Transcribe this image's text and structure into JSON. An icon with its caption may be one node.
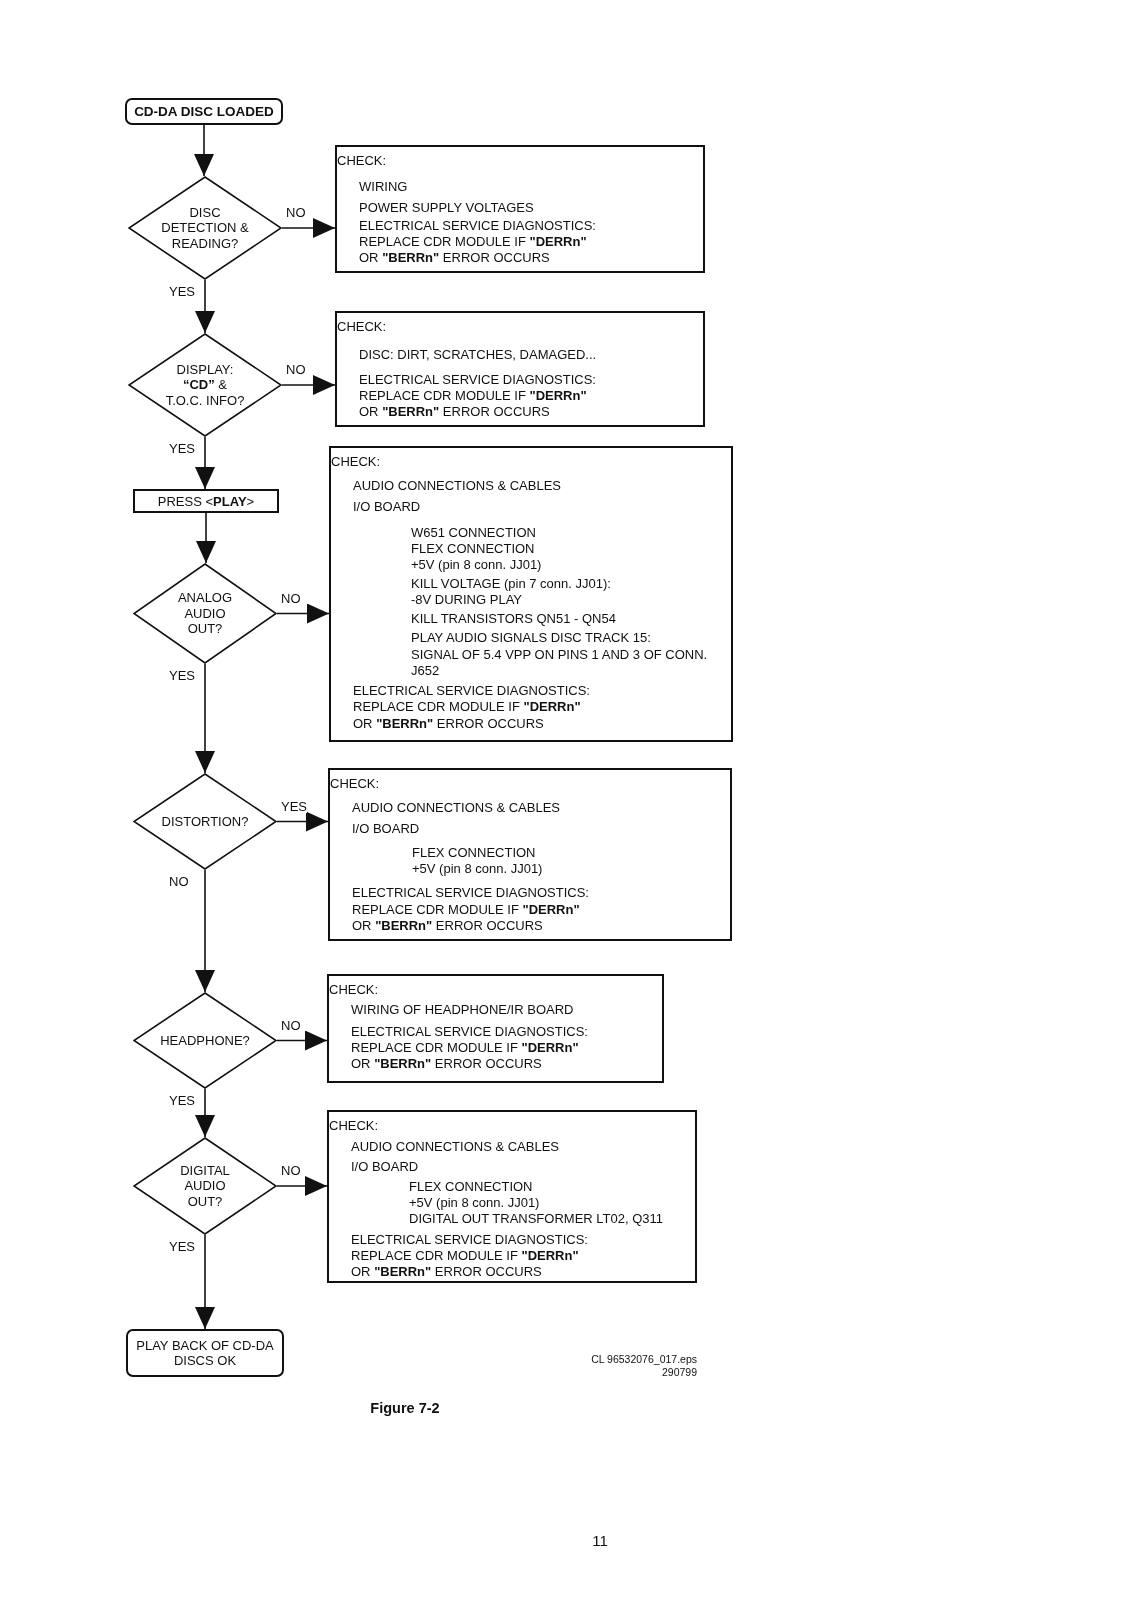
{
  "diagram": {
    "caption": "Figure 7-2",
    "nodes": [
      {
        "text": [
          "CD-DA DISC LOADED"
        ]
      },
      {
        "text": [
          "DISC DETECTION & READING?"
        ]
      },
      {
        "text": [
          "CHECK:",
          "WIRING",
          "POWER SUPPLY VOLTAGES",
          "ELECTRICAL SERVICE DIAGNOSTICS:",
          "REPLACE CDR MODULE IF **\"DERRn\"** OR **\"BERRn\"** ERROR OCCURS"
        ]
      },
      {
        "text": [
          "DISPLAY: **“CD”** & T.O.C. INFO?"
        ]
      },
      {
        "text": [
          "CHECK:",
          "DISC: DIRT, SCRATCHES, DAMAGED...",
          "ELECTRICAL SERVICE DIAGNOSTICS:",
          "REPLACE CDR MODULE IF **\"DERRn\"** OR **\"BERRn\"** ERROR OCCURS"
        ]
      },
      {
        "text": [
          "PRESS <**PLAY**>"
        ]
      },
      {
        "text": [
          "ANALOG AUDIO OUT?"
        ]
      },
      {
        "text": [
          "CHECK:",
          "AUDIO CONNECTIONS & CABLES",
          "I/O BOARD",
          "W651 CONNECTION",
          "FLEX CONNECTION",
          "+5V (pin 8 conn. JJ01)",
          "KILL VOLTAGE (pin 7 conn. JJ01):",
          "-8V DURING PLAY",
          "KILL TRANSISTORS QN51 - QN54",
          "PLAY AUDIO SIGNALS DISC TRACK 15:",
          "SIGNAL OF 5.4 VPP ON PINS 1 AND 3 OF CONN. J652",
          "ELECTRICAL SERVICE DIAGNOSTICS:",
          "REPLACE CDR MODULE IF **\"DERRn\"** OR **\"BERRn\"** ERROR OCCURS"
        ]
      },
      {
        "text": [
          "DISTORTION?"
        ]
      },
      {
        "text": [
          "CHECK:",
          "AUDIO CONNECTIONS & CABLES",
          "I/O BOARD",
          "FLEX CONNECTION",
          "+5V (pin 8 conn. JJ01)",
          "ELECTRICAL SERVICE DIAGNOSTICS:",
          "REPLACE CDR MODULE IF **\"DERRn\"** OR **\"BERRn\"** ERROR OCCURS"
        ]
      },
      {
        "text": [
          "HEADPHONE?"
        ]
      },
      {
        "text": [
          "CHECK:",
          "WIRING OF HEADPHONE/IR BOARD",
          "ELECTRICAL SERVICE DIAGNOSTICS:",
          "REPLACE CDR MODULE IF **\"DERRn\"** OR **\"BERRn\"** ERROR OCCURS"
        ]
      },
      {
        "text": [
          "DIGITAL AUDIO OUT?"
        ]
      },
      {
        "text": [
          "CHECK:",
          "AUDIO CONNECTIONS & CABLES",
          "I/O BOARD",
          "FLEX CONNECTION",
          "+5V (pin 8 conn. JJ01)",
          "DIGITAL OUT TRANSFORMER LT02, Q311",
          "ELECTRICAL SERVICE DIAGNOSTICS:",
          "REPLACE CDR MODULE IF **\"DERRn\"** OR **\"BERRn\"** ERROR OCCURS"
        ]
      },
      {
        "text": [
          "PLAY BACK OF CD-DA DISCS OK"
        ]
      }
    ],
    "edges": [
      {
        "from": 0,
        "to": 1,
        "arrow": "to"
      },
      {
        "from": 1,
        "to": 2,
        "arrow": "to",
        "label": "NO"
      },
      {
        "from": 1,
        "to": 3,
        "arrow": "to",
        "label": "YES"
      },
      {
        "from": 3,
        "to": 4,
        "arrow": "to",
        "label": "NO"
      },
      {
        "from": 3,
        "to": 5,
        "arrow": "to",
        "label": "YES"
      },
      {
        "from": 5,
        "to": 6,
        "arrow": "to"
      },
      {
        "from": 6,
        "to": 7,
        "arrow": "to",
        "label": "NO"
      },
      {
        "from": 6,
        "to": 8,
        "arrow": "to",
        "label": "YES"
      },
      {
        "from": 8,
        "to": 9,
        "arrow": "to",
        "label": "YES"
      },
      {
        "from": 8,
        "to": 10,
        "arrow": "to",
        "label": "NO"
      },
      {
        "from": 10,
        "to": 11,
        "arrow": "to",
        "label": "NO"
      },
      {
        "from": 10,
        "to": 12,
        "arrow": "to",
        "label": "YES"
      },
      {
        "from": 12,
        "to": 13,
        "arrow": "to",
        "label": "NO"
      },
      {
        "from": 12,
        "to": 14,
        "arrow": "to",
        "label": "YES"
      }
    ],
    "labels": [
      "CL 96532076_017.eps",
      "290799",
      "11"
    ]
  }
}
